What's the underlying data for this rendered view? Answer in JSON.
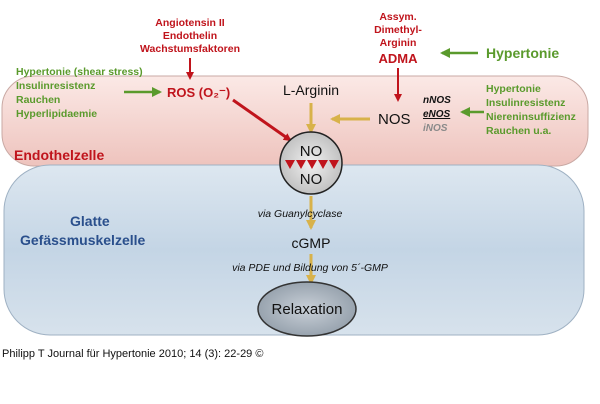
{
  "cells": {
    "endothel": "Endothelzelle",
    "muscle_line1": "Glatte",
    "muscle_line2": "Gefässmuskelzelle"
  },
  "factors_top_left": [
    "Angiotensin II",
    "Endothelin",
    "Wachstumsfaktoren"
  ],
  "risk_left": [
    "Hypertonie (shear stress)",
    "Insulinresistenz",
    "Rauchen",
    "Hyperlipidaemie"
  ],
  "ros_label": "ROS (O₂⁻)",
  "adma": {
    "lines": [
      "Assym.",
      "Dimethyl-",
      "Arginin"
    ],
    "abbr": "ADMA"
  },
  "hypertonie_top_right": "Hypertonie",
  "risk_right": [
    "Hypertonie",
    "Insulinresistenz",
    "Niereninsuffizienz",
    "Rauchen u.a."
  ],
  "l_arginin": "L-Arginin",
  "nos": {
    "label": "NOS",
    "isoforms": [
      "nNOS",
      "eNOS",
      "iNOS"
    ]
  },
  "no_top": "NO",
  "no_bottom": "NO",
  "via_guanylcyclase": "via Guanylcyclase",
  "cgmp": "cGMP",
  "via_pde": "via PDE und Bildung von 5´-GMP",
  "relaxation": "Relaxation",
  "citation": "Philipp T Journal für Hypertonie 2010; 14 (3): 22-29 ©",
  "colors": {
    "red": "#c0141c",
    "green": "#5a9a2c",
    "blue": "#2a4f8c",
    "gold_arrow": "#d8b24a",
    "endothel_fill": "#f5d8d4",
    "muscle_fill": "#c6d6e6"
  }
}
